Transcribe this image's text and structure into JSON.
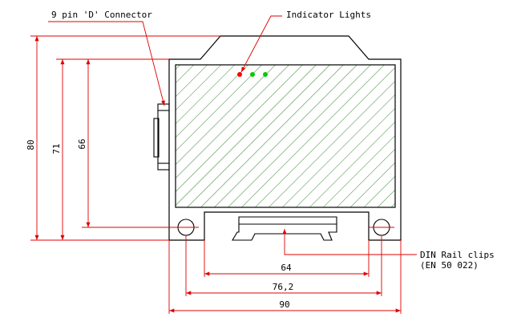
{
  "callouts": {
    "connector": "9 pin 'D' Connector",
    "indicators": "Indicator Lights",
    "din_line1": "DIN Rail clips",
    "din_line2": "(EN 50 022)"
  },
  "dimensions": {
    "height_total": "80",
    "height_71": "71",
    "height_66": "66",
    "width_64": "64",
    "width_76": "76,2",
    "width_90": "90"
  },
  "indicator_lights": [
    {
      "color": "#ff0000"
    },
    {
      "color": "#00cc00"
    },
    {
      "color": "#00cc00"
    }
  ],
  "colors": {
    "dimension_lines": "#e00000",
    "outline": "#000000",
    "hatch": "#006600",
    "panel_fill": "#ffffff"
  }
}
